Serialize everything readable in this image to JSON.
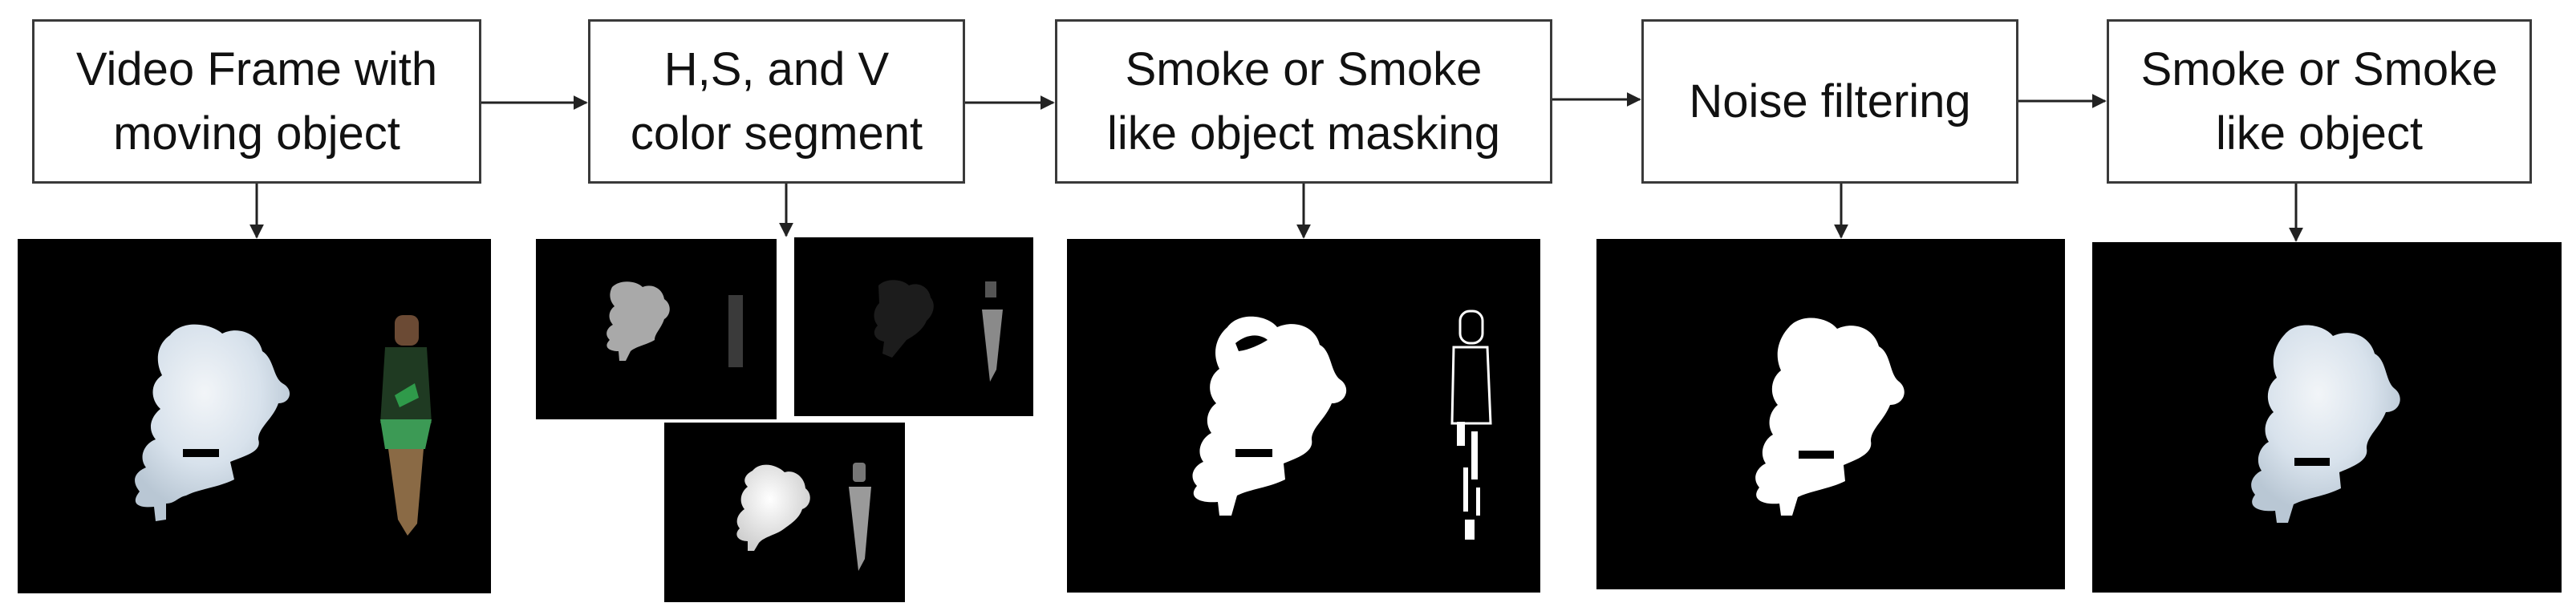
{
  "steps": [
    {
      "label": "Video Frame with\nmoving object"
    },
    {
      "label": "H,S, and V\ncolor segment"
    },
    {
      "label": "Smoke or Smoke\nlike object masking"
    },
    {
      "label": "Noise filtering"
    },
    {
      "label": "Smoke or Smoke\nlike object"
    }
  ],
  "colors": {
    "box_border": "#3a3a3a",
    "arrow": "#222222",
    "frame_background": "#000000",
    "smoke": "#dfe6ee",
    "mask": "#ffffff",
    "person_shirt": "#1f3a22",
    "person_stripe": "#2f9a4a",
    "person_pants": "#8a6a45"
  }
}
